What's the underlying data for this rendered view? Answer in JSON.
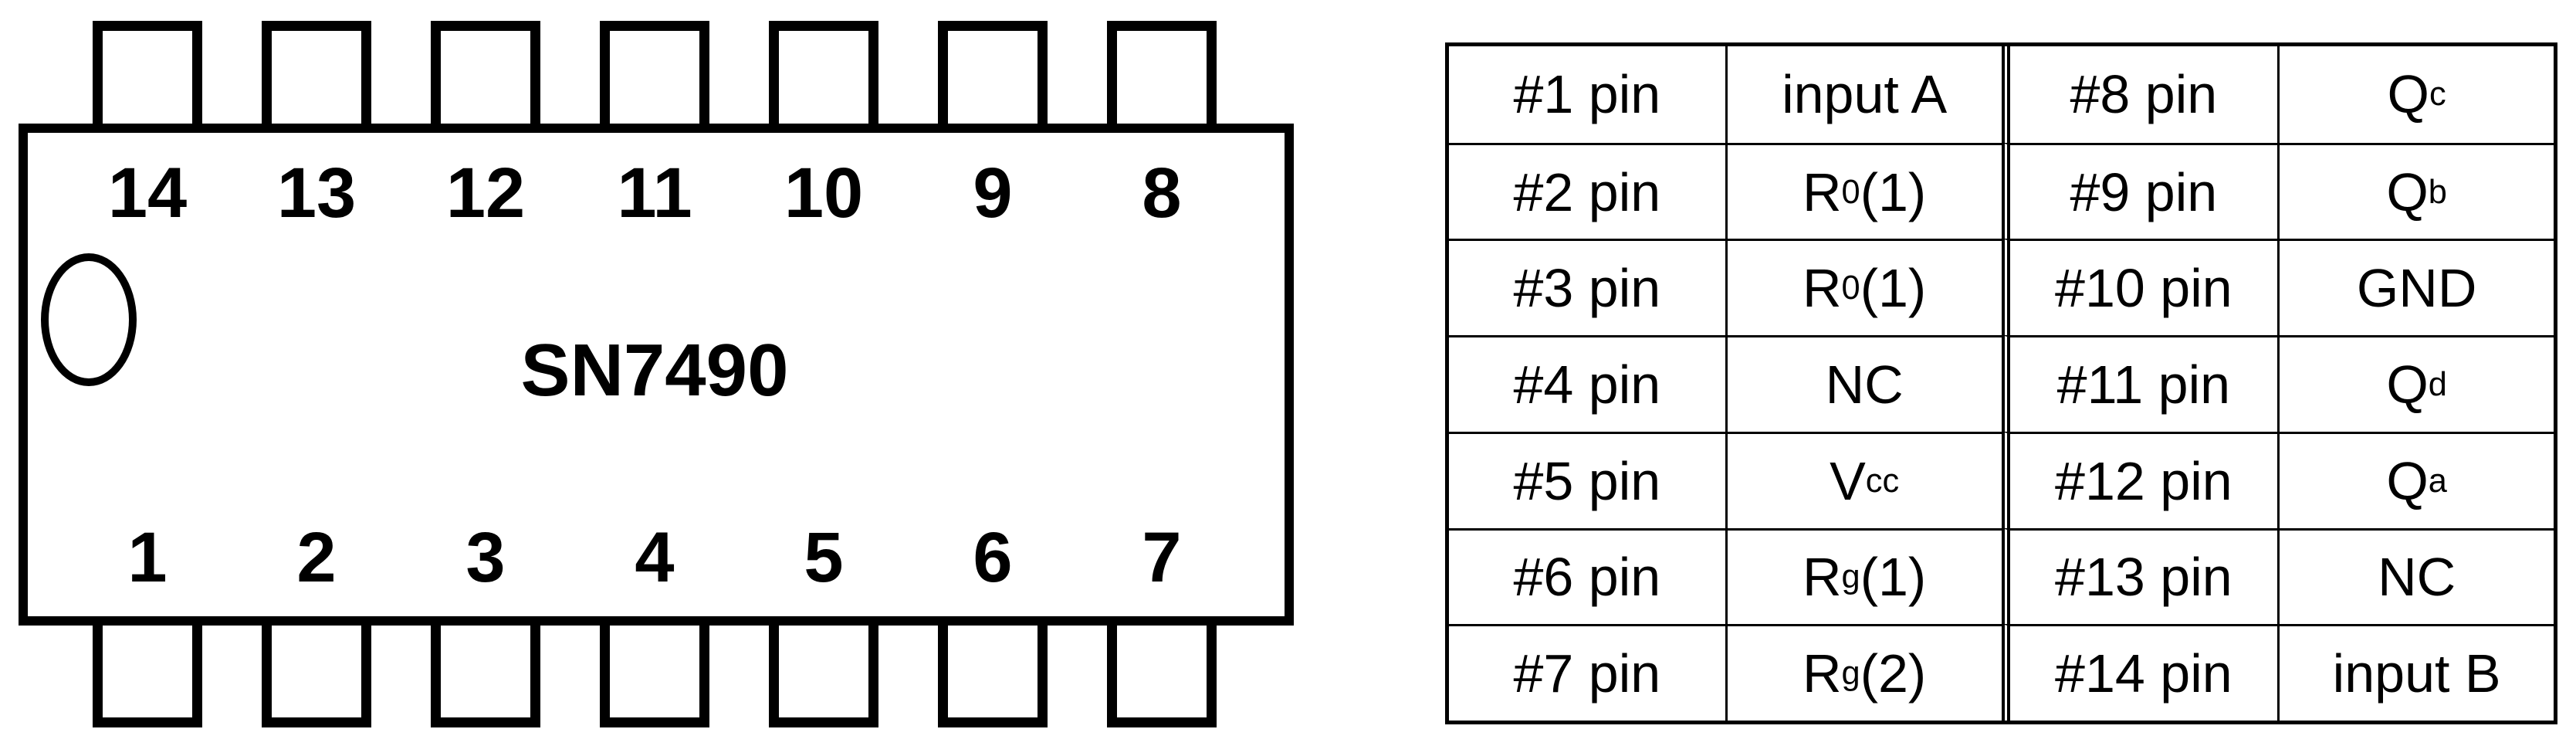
{
  "chip": {
    "name": "SN7490",
    "top_pin_numbers": [
      "14",
      "13",
      "12",
      "11",
      "10",
      "9",
      "8"
    ],
    "bottom_pin_numbers": [
      "1",
      "2",
      "3",
      "4",
      "5",
      "6",
      "7"
    ]
  },
  "pin_table": {
    "rows": [
      {
        "left_pin": "#1 pin",
        "left_signal": {
          "base": "input A",
          "sub": "",
          "after": ""
        },
        "right_pin": "#8 pin",
        "right_signal": {
          "base": "Q",
          "sub": "c",
          "after": ""
        }
      },
      {
        "left_pin": "#2 pin",
        "left_signal": {
          "base": "R",
          "sub": "0",
          "after": "(1)"
        },
        "right_pin": "#9 pin",
        "right_signal": {
          "base": "Q",
          "sub": "b",
          "after": ""
        }
      },
      {
        "left_pin": "#3 pin",
        "left_signal": {
          "base": "R",
          "sub": "0",
          "after": "(1)"
        },
        "right_pin": "#10 pin",
        "right_signal": {
          "base": "GND",
          "sub": "",
          "after": ""
        }
      },
      {
        "left_pin": "#4 pin",
        "left_signal": {
          "base": "NC",
          "sub": "",
          "after": ""
        },
        "right_pin": "#11 pin",
        "right_signal": {
          "base": "Q",
          "sub": "d",
          "after": ""
        }
      },
      {
        "left_pin": "#5 pin",
        "left_signal": {
          "base": "V",
          "sub": "cc",
          "after": ""
        },
        "right_pin": "#12 pin",
        "right_signal": {
          "base": "Q",
          "sub": "a",
          "after": ""
        }
      },
      {
        "left_pin": "#6 pin",
        "left_signal": {
          "base": "R",
          "sub": "g",
          "after": "(1)"
        },
        "right_pin": "#13 pin",
        "right_signal": {
          "base": "NC",
          "sub": "",
          "after": ""
        }
      },
      {
        "left_pin": "#7 pin",
        "left_signal": {
          "base": "R",
          "sub": "g",
          "after": "(2)"
        },
        "right_pin": "#14 pin",
        "right_signal": {
          "base": "input B",
          "sub": "",
          "after": ""
        }
      }
    ]
  },
  "colors": {
    "ink": "#000000",
    "paper": "#ffffff"
  }
}
